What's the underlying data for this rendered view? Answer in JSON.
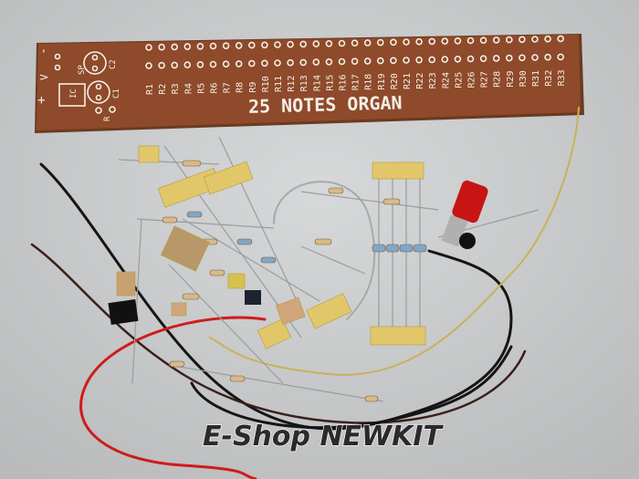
{
  "pcb": {
    "title": "25 NOTES ORGAN",
    "resistor_labels": [
      "R1",
      "R2",
      "R3",
      "R4",
      "R5",
      "R6",
      "R7",
      "R8",
      "R9",
      "R10",
      "R11",
      "R12",
      "R13",
      "R14",
      "R15",
      "R16",
      "R17",
      "R18",
      "R19",
      "R20",
      "R21",
      "R22",
      "R23",
      "R24",
      "R25",
      "R26",
      "R27",
      "R28",
      "R29",
      "R30",
      "R31",
      "R32",
      "R33"
    ],
    "silkscreen": {
      "c1": "C1",
      "c2": "C2",
      "sp": "SP",
      "ic": "IC",
      "r": "R",
      "v": "V",
      "plus": "+",
      "minus": "-"
    },
    "color": "#8e4a2a"
  },
  "watermark": "E-Shop NEWKIT",
  "colors": {
    "background": "#c9cbcc",
    "wire_red": "#d11a1a",
    "wire_black": "#151515",
    "wire_yellow": "#c9b15a",
    "capacitor": "#e2c76a"
  }
}
